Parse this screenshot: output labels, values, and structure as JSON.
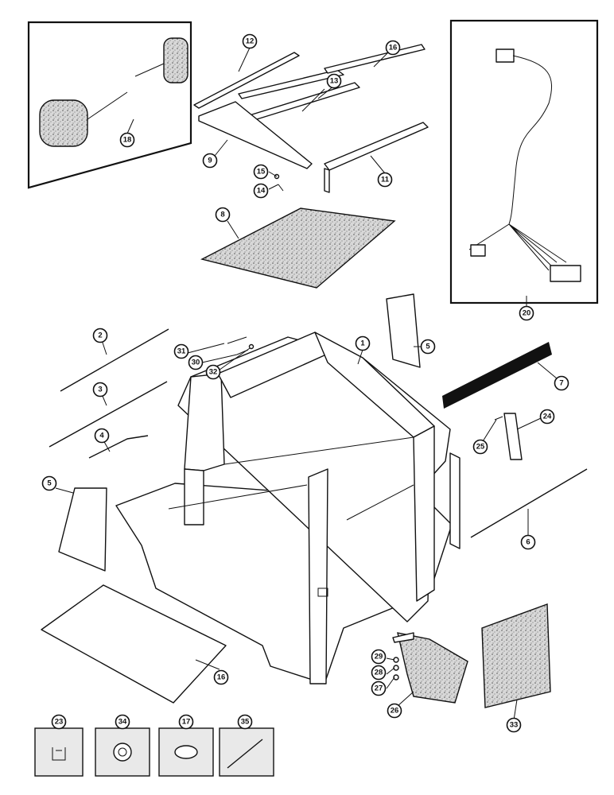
{
  "callouts": {
    "c1": "1",
    "c2": "2",
    "c3": "3",
    "c4": "4",
    "c5a": "5",
    "c5b": "5",
    "c6": "6",
    "c7": "7",
    "c8": "8",
    "c9": "9",
    "c11": "11",
    "c12": "12",
    "c13": "13",
    "c14": "14",
    "c15": "15",
    "c16": "16",
    "c17": "17",
    "c18": "18",
    "c20": "20",
    "c23": "23",
    "c24": "24",
    "c25": "25",
    "c26": "26",
    "c27": "27",
    "c28": "28",
    "c29": "29",
    "c30": "30",
    "c31": "31",
    "c32": "32",
    "c33": "33",
    "c34": "34",
    "c35": "35",
    "c16b": "16"
  }
}
